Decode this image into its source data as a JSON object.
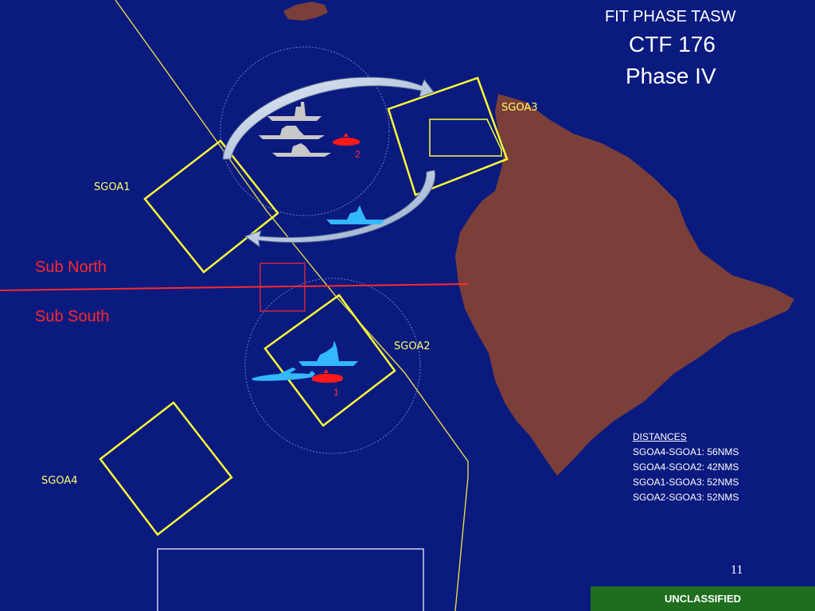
{
  "title": {
    "line1": "FIT PHASE TASW",
    "line2": "CTF 176",
    "line3": "Phase IV"
  },
  "areas": {
    "sgoa1": "SGOA1",
    "sgoa2": "SGOA2",
    "sgoa3": "SGOA3",
    "sgoa4": "SGOA4"
  },
  "sub_boundary": {
    "north": "Sub North",
    "south": "Sub South"
  },
  "sub_markers": {
    "sub1": "1",
    "sub2": "2"
  },
  "distances": {
    "heading": "DISTANCES",
    "items": [
      "SGOA4-SGOA1: 56NMS",
      "SGOA4-SGOA2: 42NMS",
      "SGOA1-SGOA3: 52NMS",
      "SGOA2-SGOA3: 52NMS"
    ]
  },
  "slide_number": "11",
  "classification": "UNCLASSIFIED",
  "colors": {
    "sea": "#0a1a7f",
    "land": "#7b3f3a",
    "area_box": "#ffff33",
    "boundary": "#ff2a2a",
    "friendly_ship": "#33b8ff",
    "other_ship": "#c8c8c8",
    "sub": "#ff1a1a"
  }
}
